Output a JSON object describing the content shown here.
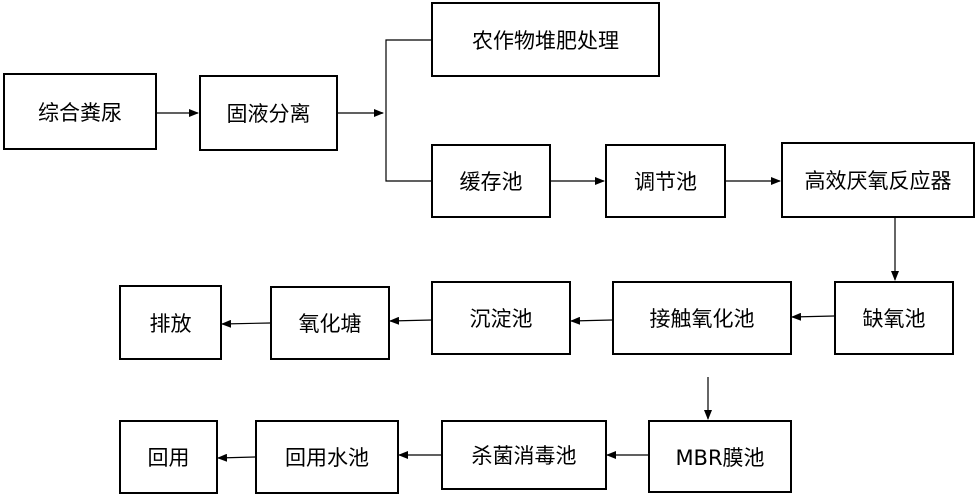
{
  "nodes": {
    "composite_manure": "综合粪尿",
    "solid_liquid_separation": "固液分离",
    "crop_compost": "农作物堆肥处理",
    "buffer_tank": "缓存池",
    "regulating_tank": "调节池",
    "anaerobic_reactor": "高效厌氧反应器",
    "anoxic_tank": "缺氧池",
    "contact_oxidation_tank": "接触氧化池",
    "sedimentation_tank": "沉淀池",
    "oxidation_pond": "氧化塘",
    "discharge": "排放",
    "mbr_tank": "MBR膜池",
    "disinfection_tank": "杀菌消毒池",
    "reuse_water_tank": "回用水池",
    "reuse": "回用"
  },
  "colors": {
    "line": "#000000",
    "box_border": "#000000",
    "background": "#ffffff"
  }
}
